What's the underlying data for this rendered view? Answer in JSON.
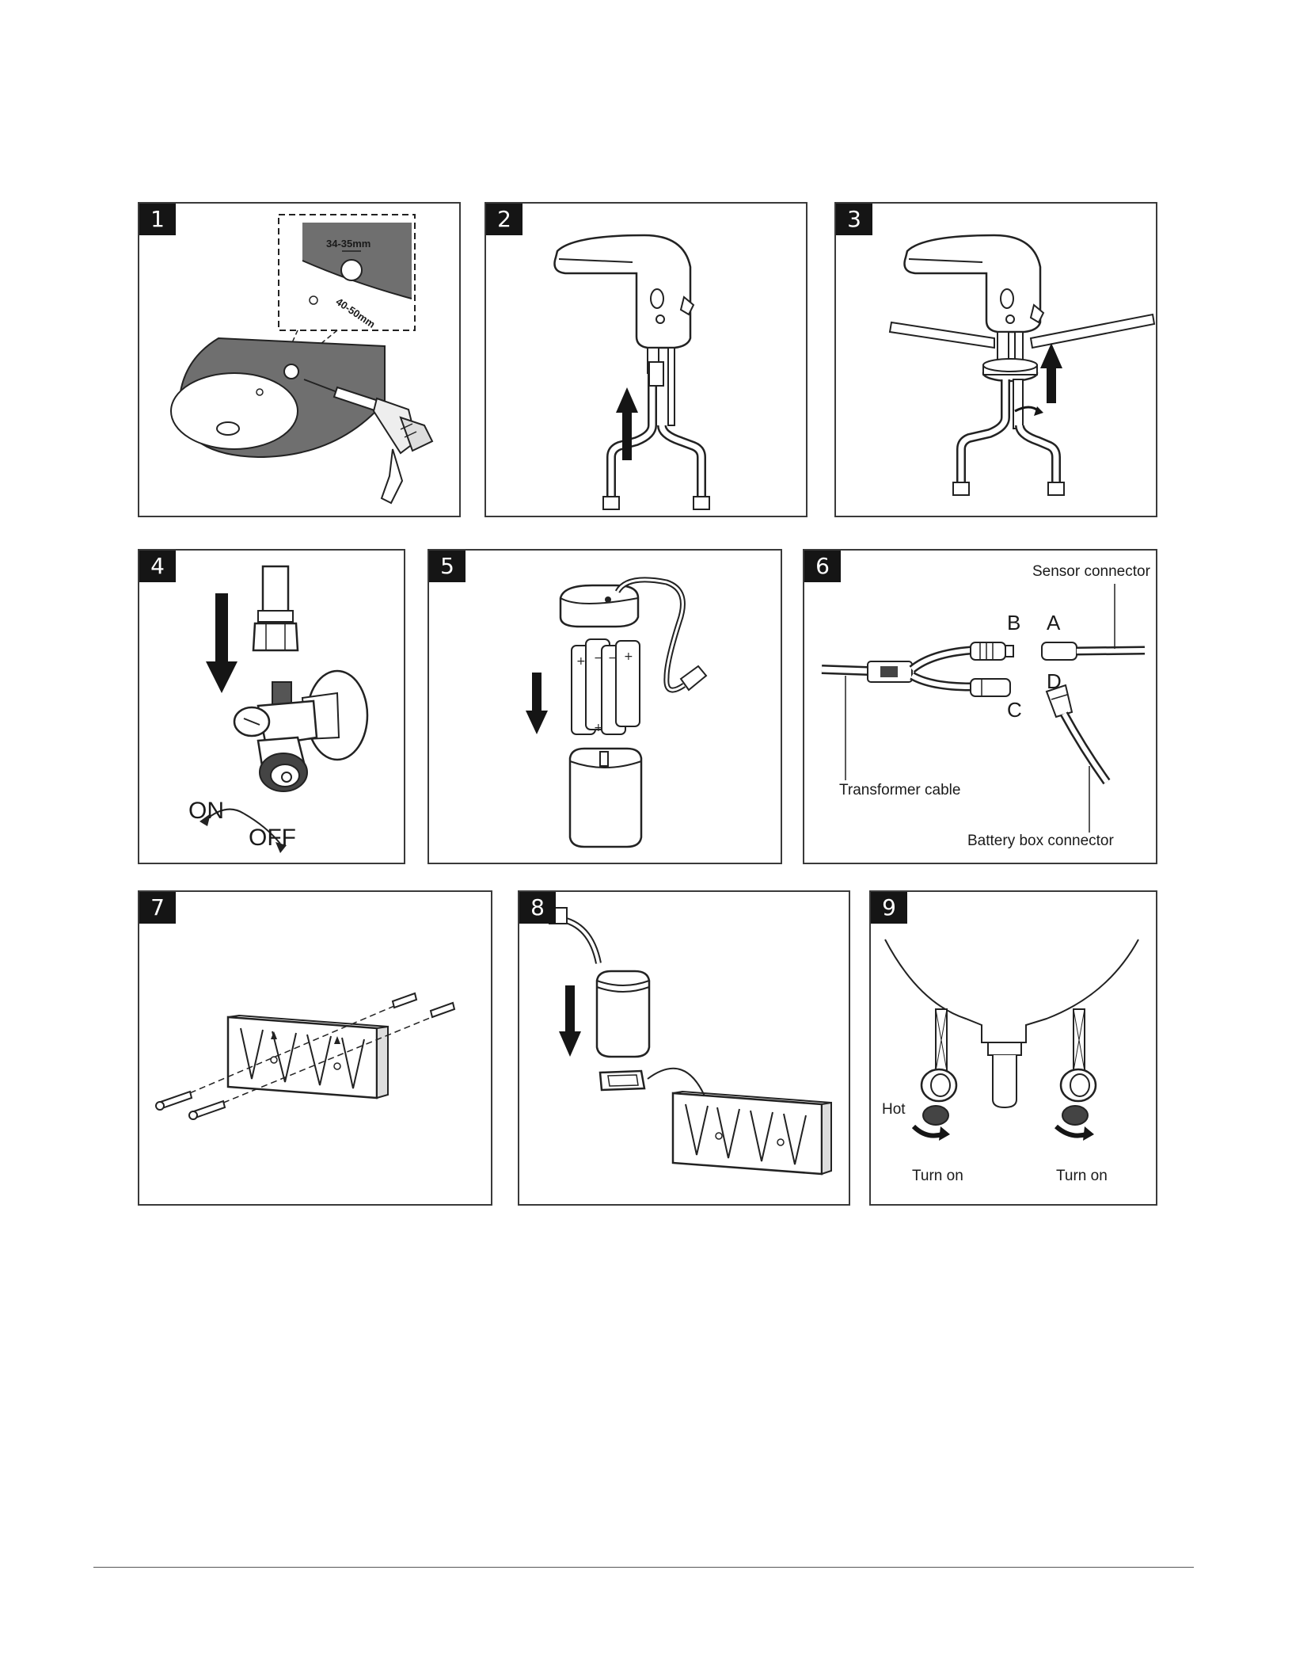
{
  "steps": [
    {
      "number": "1",
      "dim_hole": "34-35mm",
      "dim_edge": "40-50mm"
    },
    {
      "number": "2"
    },
    {
      "number": "3"
    },
    {
      "number": "4",
      "on_label": "ON",
      "off_label": "OFF"
    },
    {
      "number": "5"
    },
    {
      "number": "6",
      "sensor_connector": "Sensor connector",
      "transformer_cable": "Transformer cable",
      "battery_box_connector": "Battery box connector",
      "letter_a": "A",
      "letter_b": "B",
      "letter_c": "C",
      "letter_d": "D"
    },
    {
      "number": "7"
    },
    {
      "number": "8"
    },
    {
      "number": "9",
      "hot_label": "Hot",
      "turn_on_left": "Turn on",
      "turn_on_right": "Turn on"
    }
  ],
  "colors": {
    "border": "#3a3a3a",
    "badge": "#151515",
    "fill_gray": "#6f6f6f"
  }
}
